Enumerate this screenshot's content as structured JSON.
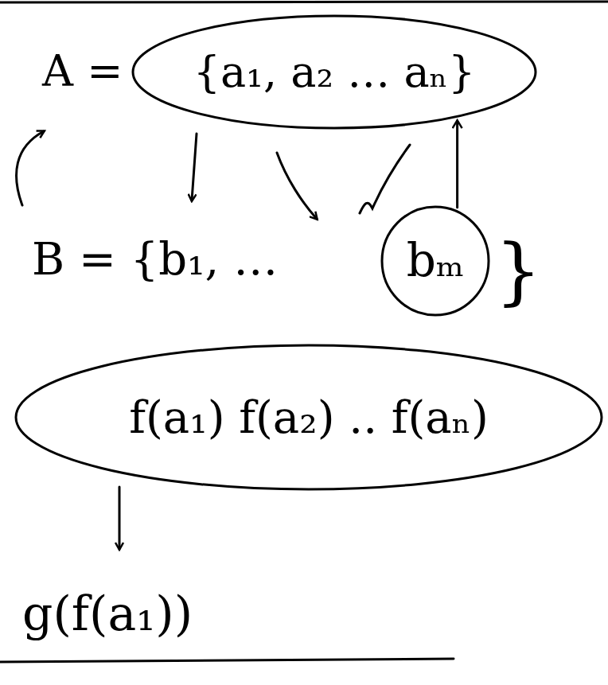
{
  "diagram": {
    "nodes": [
      {
        "text": [
          "A =",
          "{a₁, a₂ … aₙ}"
        ]
      },
      {
        "text": [
          "bₘ"
        ]
      },
      {
        "text": [
          "f(a₁) f(a₂) .. f(aₙ)"
        ]
      }
    ],
    "edges": [
      {
        "from": 1,
        "to": 0,
        "arrow": "to"
      }
    ],
    "labels": [
      "B = {b₁, …",
      "}",
      "g(f(a₁))"
    ]
  }
}
